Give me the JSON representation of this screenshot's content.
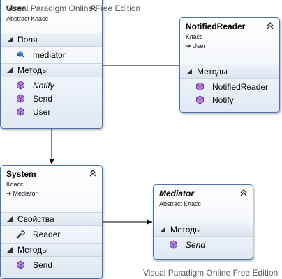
{
  "watermark": "Visual Paradigm Online Free Edition",
  "classes": {
    "user": {
      "name": "User",
      "stereotype": "Abstract Класс",
      "fields_label": "Поля",
      "fields": [
        "mediator"
      ],
      "methods_label": "Методы",
      "methods": [
        "Notify",
        "Send",
        "User"
      ]
    },
    "notified_reader": {
      "name": "NotifiedReader",
      "stereotype": "Класс",
      "parent": "User",
      "methods_label": "Методы",
      "methods": [
        "NotifiedReader",
        "Notify"
      ]
    },
    "system": {
      "name": "System",
      "stereotype": "Класс",
      "parent": "Mediator",
      "properties_label": "Свойства",
      "properties": [
        "Reader"
      ],
      "methods_label": "Методы",
      "methods": [
        "Send"
      ]
    },
    "mediator": {
      "name": "Mediator",
      "stereotype": "Abstract Класс",
      "methods_label": "Методы",
      "methods": [
        "Send"
      ]
    }
  },
  "colors": {
    "border": "#4a74a8",
    "method_icon": "#8a4bbf",
    "field_icon": "#2a6fbf"
  }
}
